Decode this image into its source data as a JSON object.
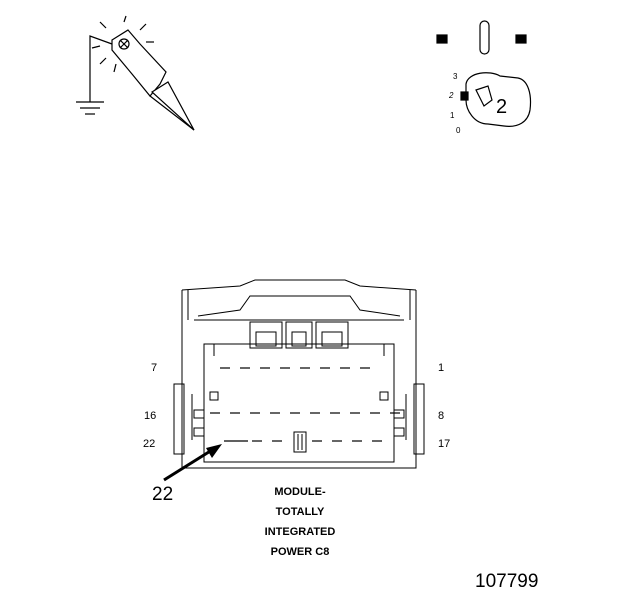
{
  "connector": {
    "pins": {
      "top_left": "7",
      "top_right": "1",
      "mid_left": "16",
      "mid_right": "8",
      "bottom_left": "22",
      "bottom_right": "17"
    },
    "callout": "22",
    "caption_lines": [
      "MODULE-",
      "TOTALLY",
      "INTEGRATED",
      "POWER C8"
    ]
  },
  "ignition": {
    "positions": [
      "3",
      "2",
      "1",
      "0"
    ],
    "key_label": "2"
  },
  "figure_number": "107799"
}
